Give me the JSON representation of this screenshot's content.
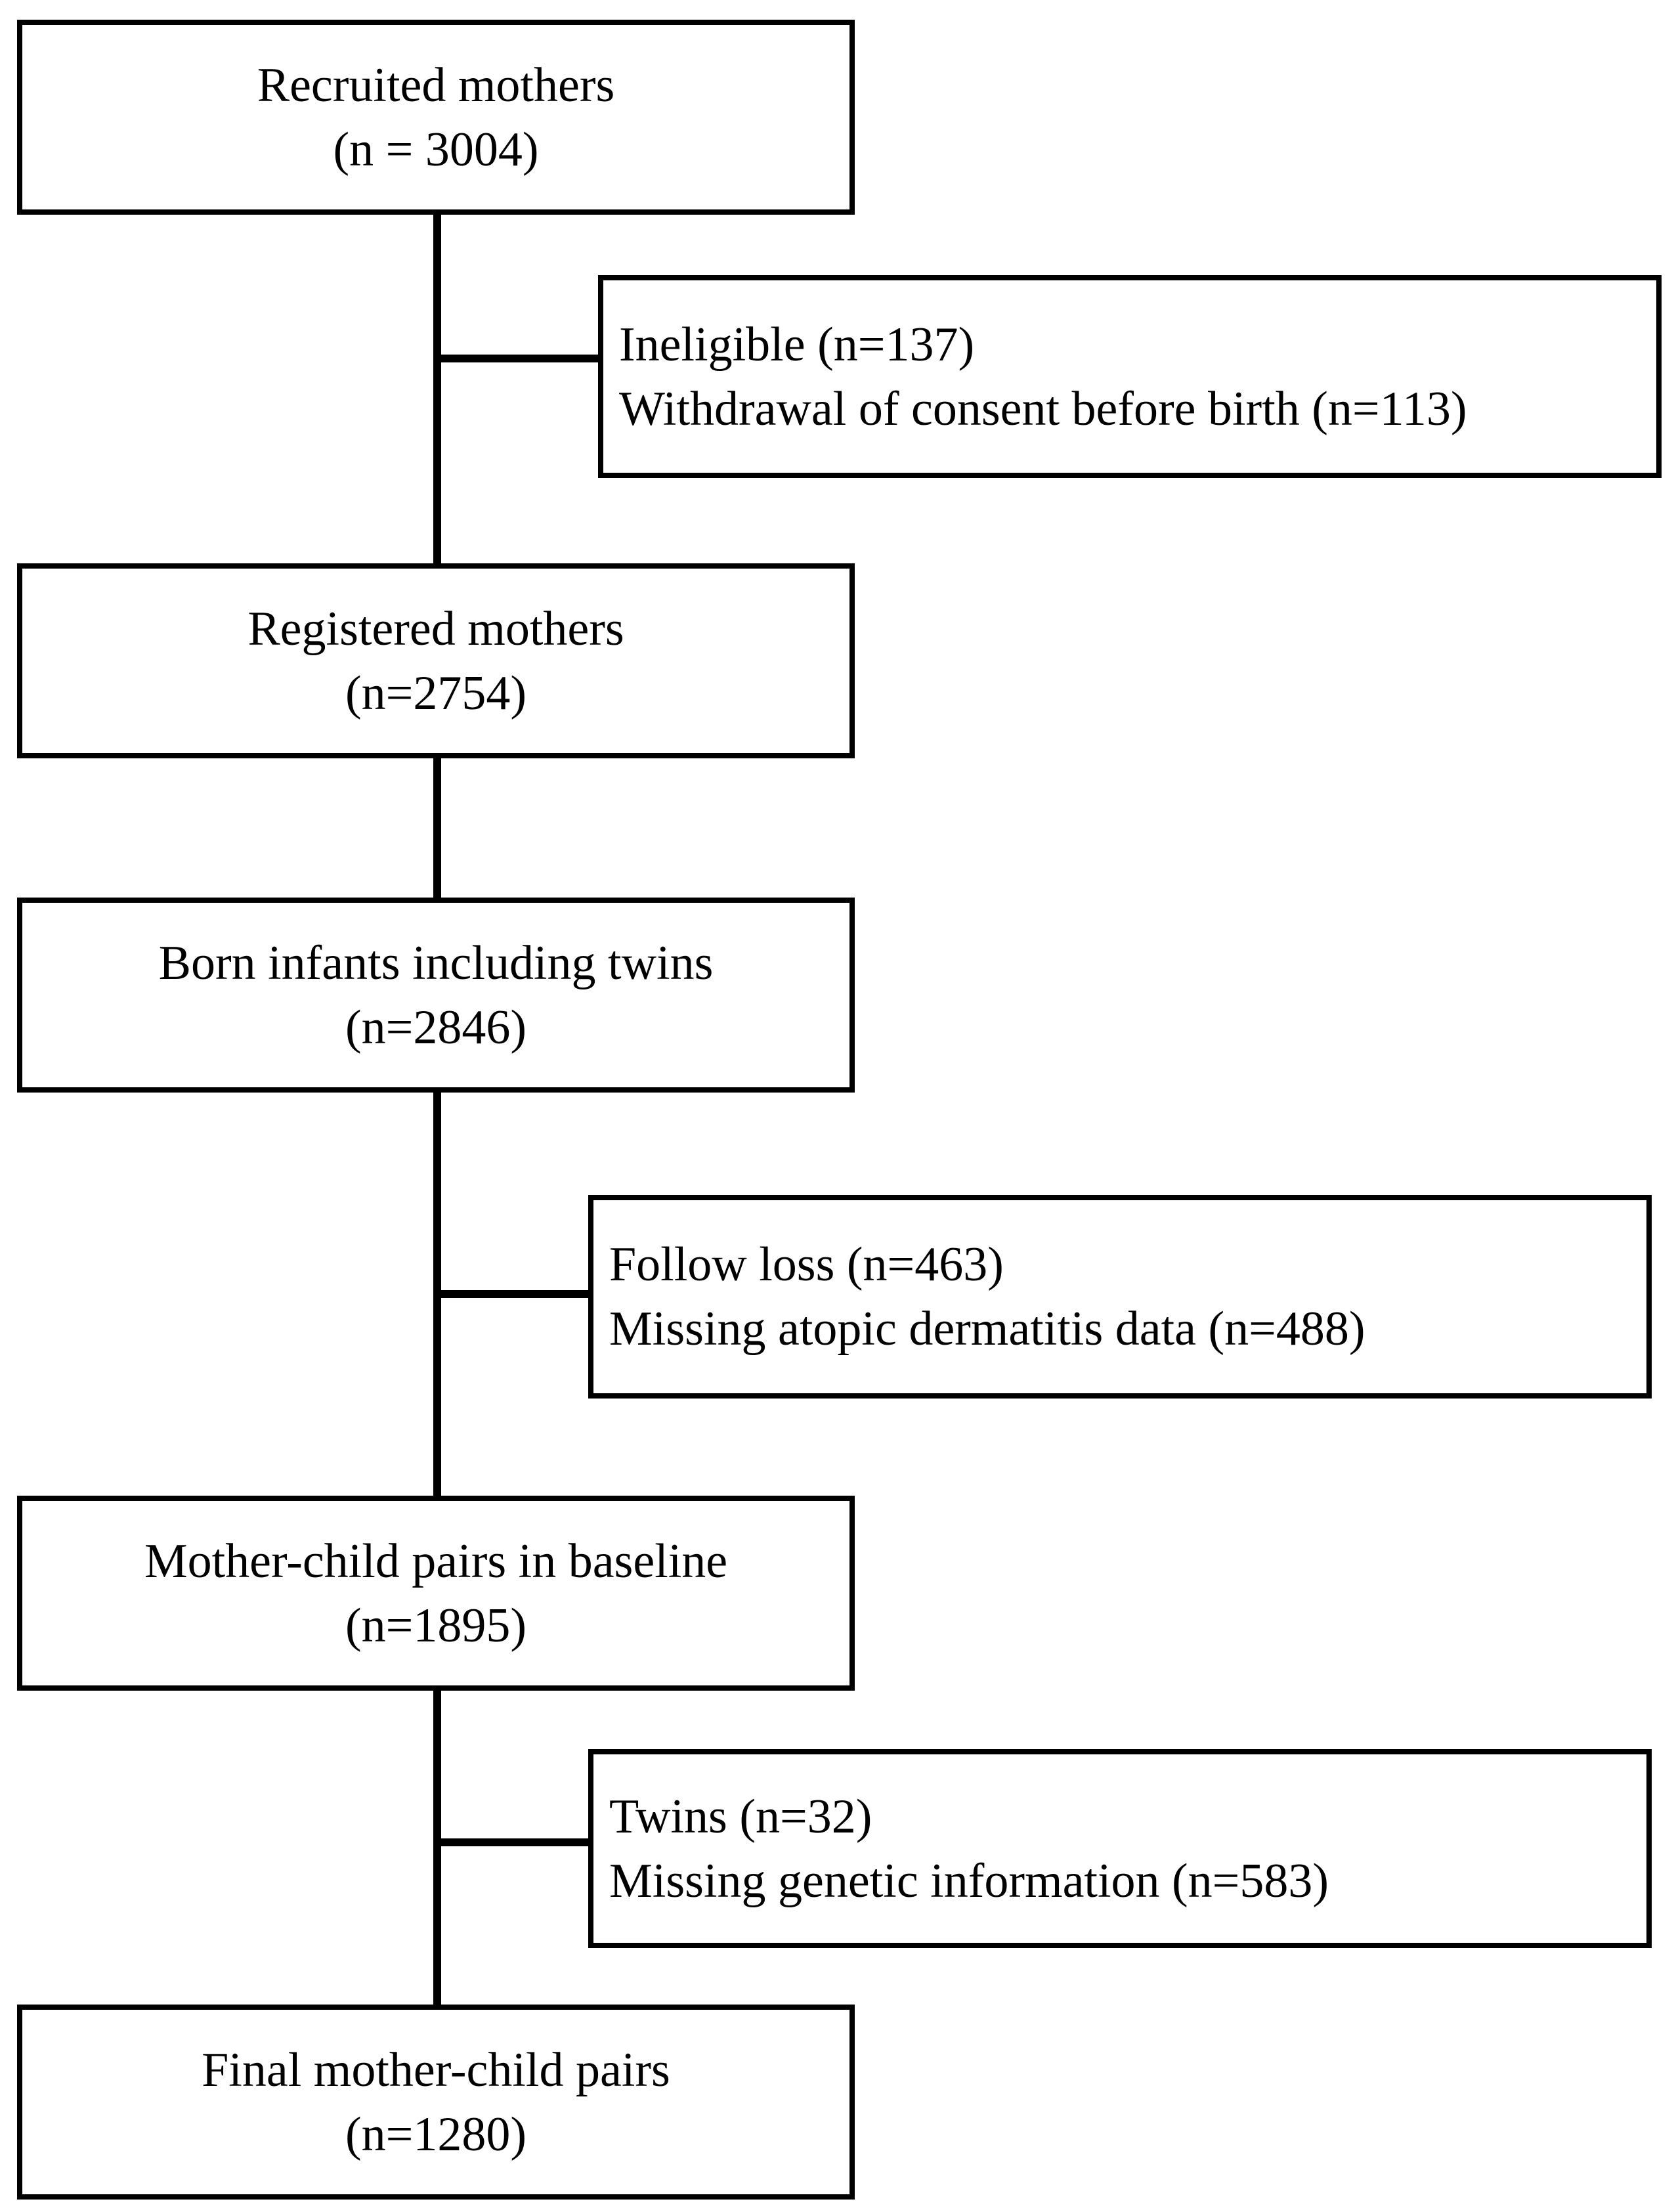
{
  "steps": [
    {
      "title": "Recruited mothers",
      "count": "(n = 3004)"
    },
    {
      "title": "Registered mothers",
      "count": "(n=2754)"
    },
    {
      "title": "Born infants including twins",
      "count": "(n=2846)"
    },
    {
      "title": "Mother-child pairs in baseline",
      "count": "(n=1895)"
    },
    {
      "title": "Final mother-child pairs",
      "count": "(n=1280)"
    }
  ],
  "exclusions": [
    {
      "lines": [
        "Ineligible (n=137)",
        "Withdrawal of consent before birth (n=113)"
      ]
    },
    {
      "lines": [
        "Follow loss (n=463)",
        "Missing atopic dermatitis data (n=488)"
      ]
    },
    {
      "lines": [
        "Twins (n=32)",
        "Missing genetic information (n=583)"
      ]
    }
  ]
}
